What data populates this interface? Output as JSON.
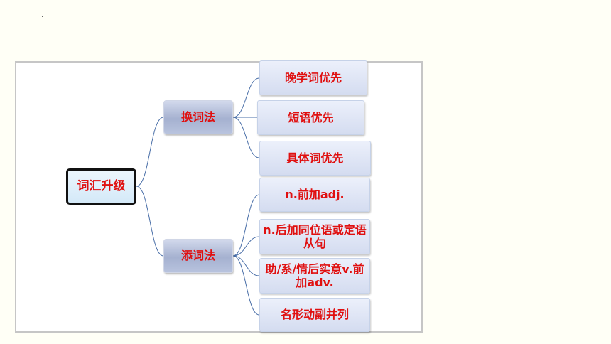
{
  "diagram": {
    "root": {
      "label": "词汇升级"
    },
    "branches": [
      {
        "label": "换词法",
        "children": [
          "晚学词优先",
          "短语优先",
          "具体词优先"
        ]
      },
      {
        "label": "添词法",
        "children": [
          "n.前加adj.",
          "n.后加同位语或定语从句",
          "助/系/情后实意v.前加adv.",
          "名形动副并列"
        ]
      }
    ],
    "colors": {
      "text": "#e01010",
      "connector": "#4a6fa8",
      "branch_fill": "#a5b1d0",
      "leaf_fill": "#dde3f3",
      "root_border": "#111111"
    }
  }
}
